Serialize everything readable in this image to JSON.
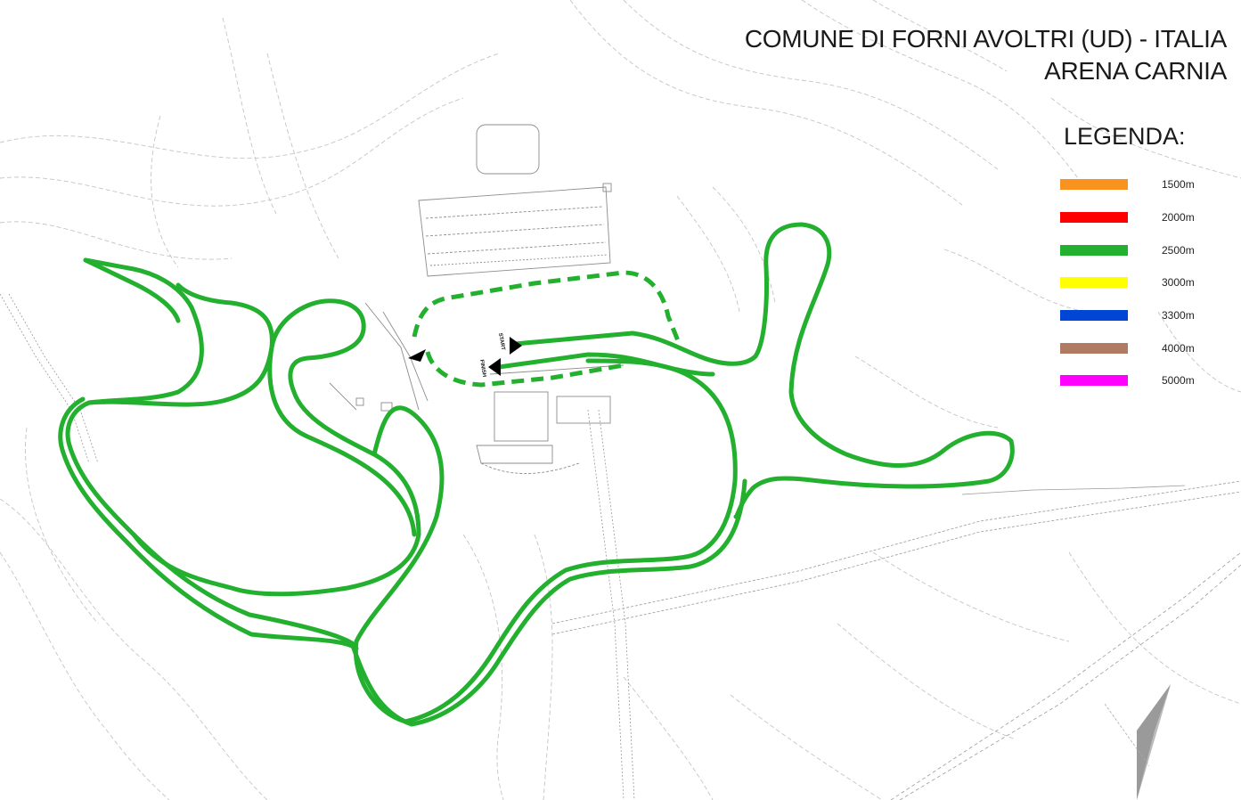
{
  "title": {
    "line1": "COMUNE DI FORNI AVOLTRI (UD) - ITALIA",
    "line2": "ARENA CARNIA"
  },
  "legend": {
    "title": "LEGENDA:",
    "items": [
      {
        "label": "1500m",
        "color": "#f7931e"
      },
      {
        "label": "2000m",
        "color": "#ff0000"
      },
      {
        "label": "2500m",
        "color": "#22b02e"
      },
      {
        "label": "3000m",
        "color": "#ffff00"
      },
      {
        "label": "3300m",
        "color": "#0046d5"
      },
      {
        "label": "4000m",
        "color": "#b07a63"
      },
      {
        "label": "5000m",
        "color": "#ff00ff"
      }
    ]
  },
  "markers": {
    "start": "START",
    "finish": "FINISH"
  },
  "route": {
    "active_distance": "2500m",
    "color": "#22b02e"
  },
  "icons": [
    "north-arrow-icon",
    "start-arrow-icon",
    "finish-arrow-icon"
  ]
}
